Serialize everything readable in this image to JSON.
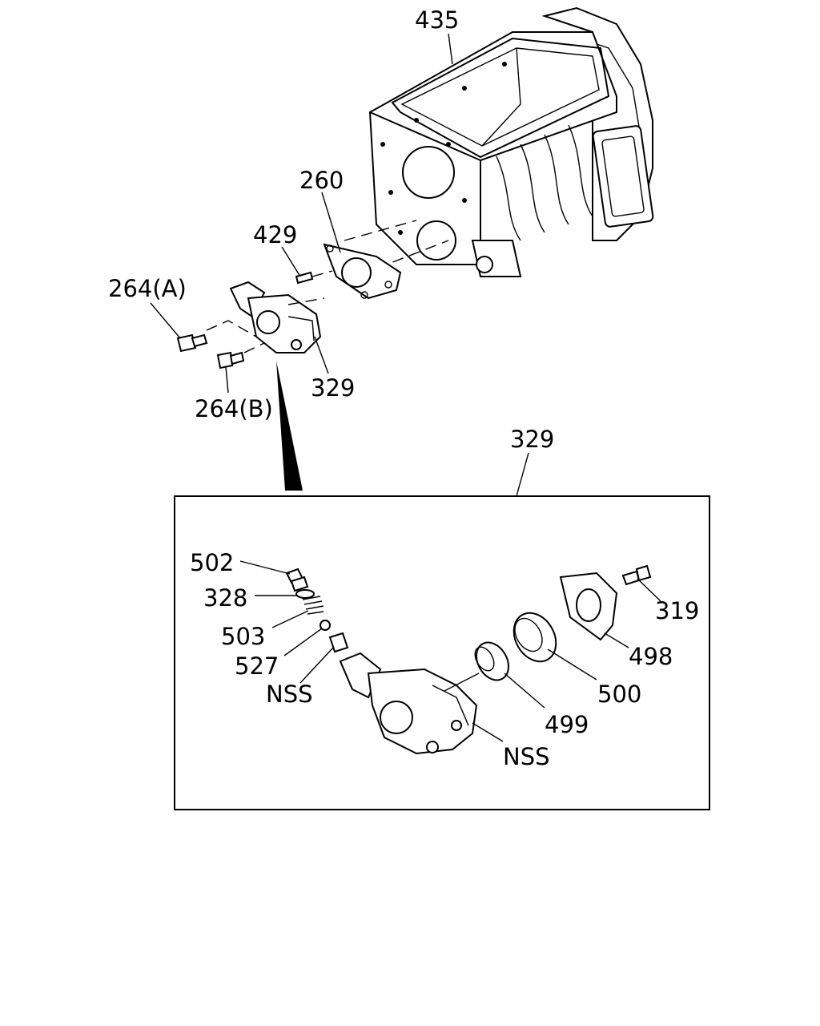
{
  "labels": {
    "transmission_case": "435",
    "gasket": "260",
    "pin": "429",
    "bolt_a": "264(A)",
    "bolt_b": "264(B)",
    "pump_assembly": "329",
    "detail_title": "329",
    "plug": "502",
    "washer": "328",
    "spring": "503",
    "ball": "527",
    "nss_sleeve": "NSS",
    "bolt_cover": "319",
    "cover_plate": "498",
    "bearing": "500",
    "seal": "499",
    "nss_housing": "NSS"
  }
}
